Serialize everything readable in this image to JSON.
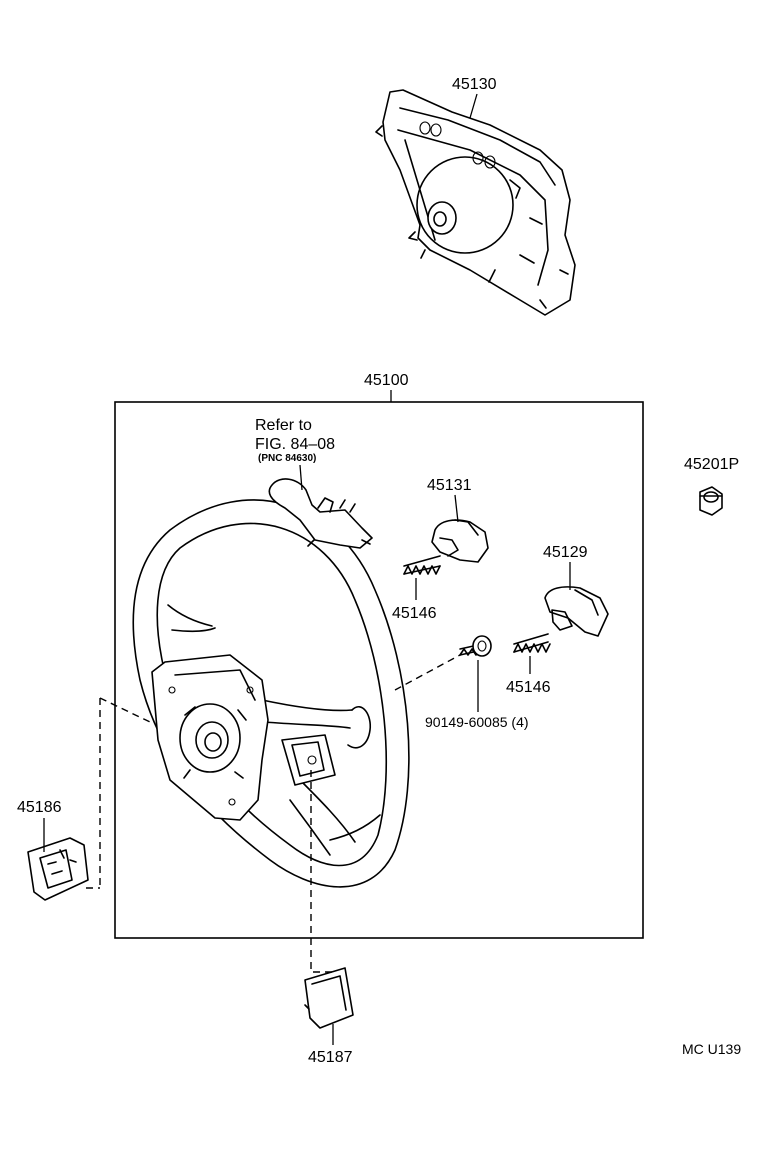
{
  "labels": {
    "pad": "45130",
    "wheel_assy": "45100",
    "nut": "45201P",
    "switch_right": "45131",
    "spring_upper": "45146",
    "switch_left": "45129",
    "spring_lower": "45146",
    "screw": "90149-60085 (4)",
    "cover_left": "45186",
    "cover_bottom": "45187"
  },
  "reference": {
    "line1": "Refer to",
    "line2": "FIG. 84–08",
    "line3": "(PNC 84630)"
  },
  "diagram_code": "MC U139"
}
